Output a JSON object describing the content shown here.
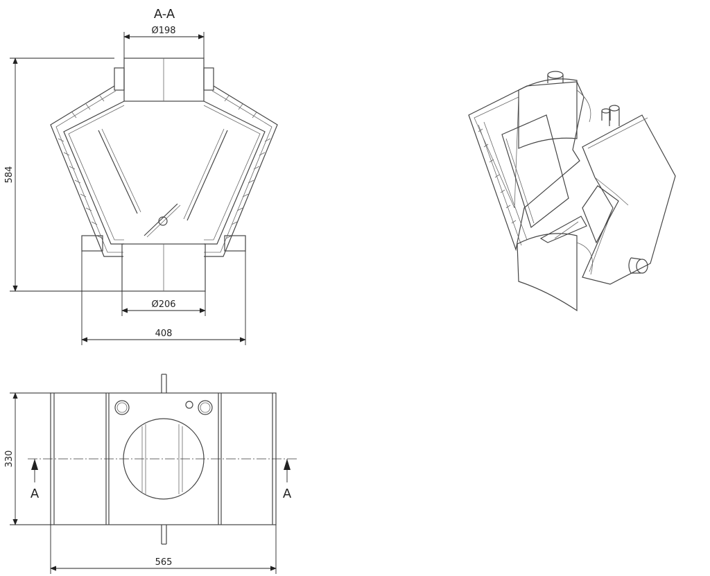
{
  "section": {
    "title": "A-A",
    "dim_top_diameter": "Ø198",
    "dim_bottom_diameter": "Ø206",
    "dim_height": "584",
    "dim_width": "408"
  },
  "plan": {
    "dim_depth": "330",
    "dim_length": "565",
    "section_mark_left": "A",
    "section_mark_right": "A"
  }
}
